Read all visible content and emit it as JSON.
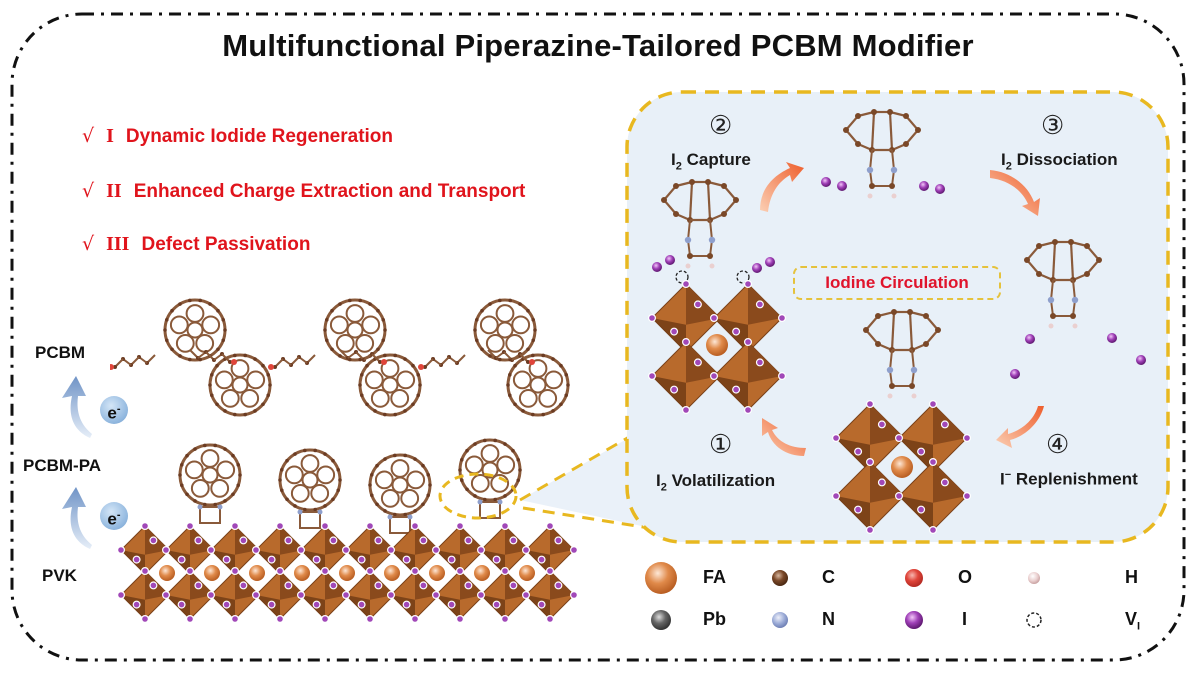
{
  "title": "Multifunctional Piperazine-Tailored PCBM Modifier",
  "features": [
    {
      "check": "√",
      "numeral": "I",
      "text": "Dynamic Iodide Regeneration"
    },
    {
      "check": "√",
      "numeral": "II",
      "text": "Enhanced Charge Extraction and Transport"
    },
    {
      "check": "√",
      "numeral": "III",
      "text": "Defect Passivation"
    }
  ],
  "layers": {
    "top": "PCBM",
    "middle": "PCBM-PA",
    "bottom": "PVK",
    "electron_label": "e",
    "electron_charge": "-"
  },
  "cycle": {
    "center_label": "Iodine Circulation",
    "steps": [
      {
        "number": "①",
        "label_main": "I",
        "label_sub": "2",
        "label_rest": " Volatilization"
      },
      {
        "number": "②",
        "label_main": "I",
        "label_sub": "2",
        "label_rest": " Capture"
      },
      {
        "number": "③",
        "label_main": "I",
        "label_sub": "2",
        "label_rest": " Dissociation"
      },
      {
        "number": "④",
        "label_main": "I",
        "label_sup": "−",
        "label_rest": " Replenishment"
      }
    ]
  },
  "legend": [
    {
      "symbol": "FA",
      "color": "#d9782f",
      "icon": "large-orange-sphere"
    },
    {
      "symbol": "C",
      "color": "#6b3b22",
      "icon": "brown-sphere"
    },
    {
      "symbol": "O",
      "color": "#e0453a",
      "icon": "red-sphere"
    },
    {
      "symbol": "H",
      "color": "#e8c7c7",
      "icon": "pale-pink-sphere"
    },
    {
      "symbol": "Pb",
      "color": "#555555",
      "icon": "grey-sphere"
    },
    {
      "symbol": "N",
      "color": "#8e9fcc",
      "icon": "blue-sphere"
    },
    {
      "symbol": "I",
      "color": "#8a2f9a",
      "icon": "purple-sphere"
    },
    {
      "symbol": "V",
      "symbol_sub": "I",
      "color": "#333333",
      "icon": "dashed-circle-vacancy"
    }
  ],
  "colors": {
    "accent_red": "#e0141c",
    "dash_yellow": "#e8b820",
    "panel_bg": "#e8f0f8",
    "arrow_orange": "#ef6a3a",
    "octahedron": "#b0652a",
    "iodide": "#9a3fb0"
  }
}
